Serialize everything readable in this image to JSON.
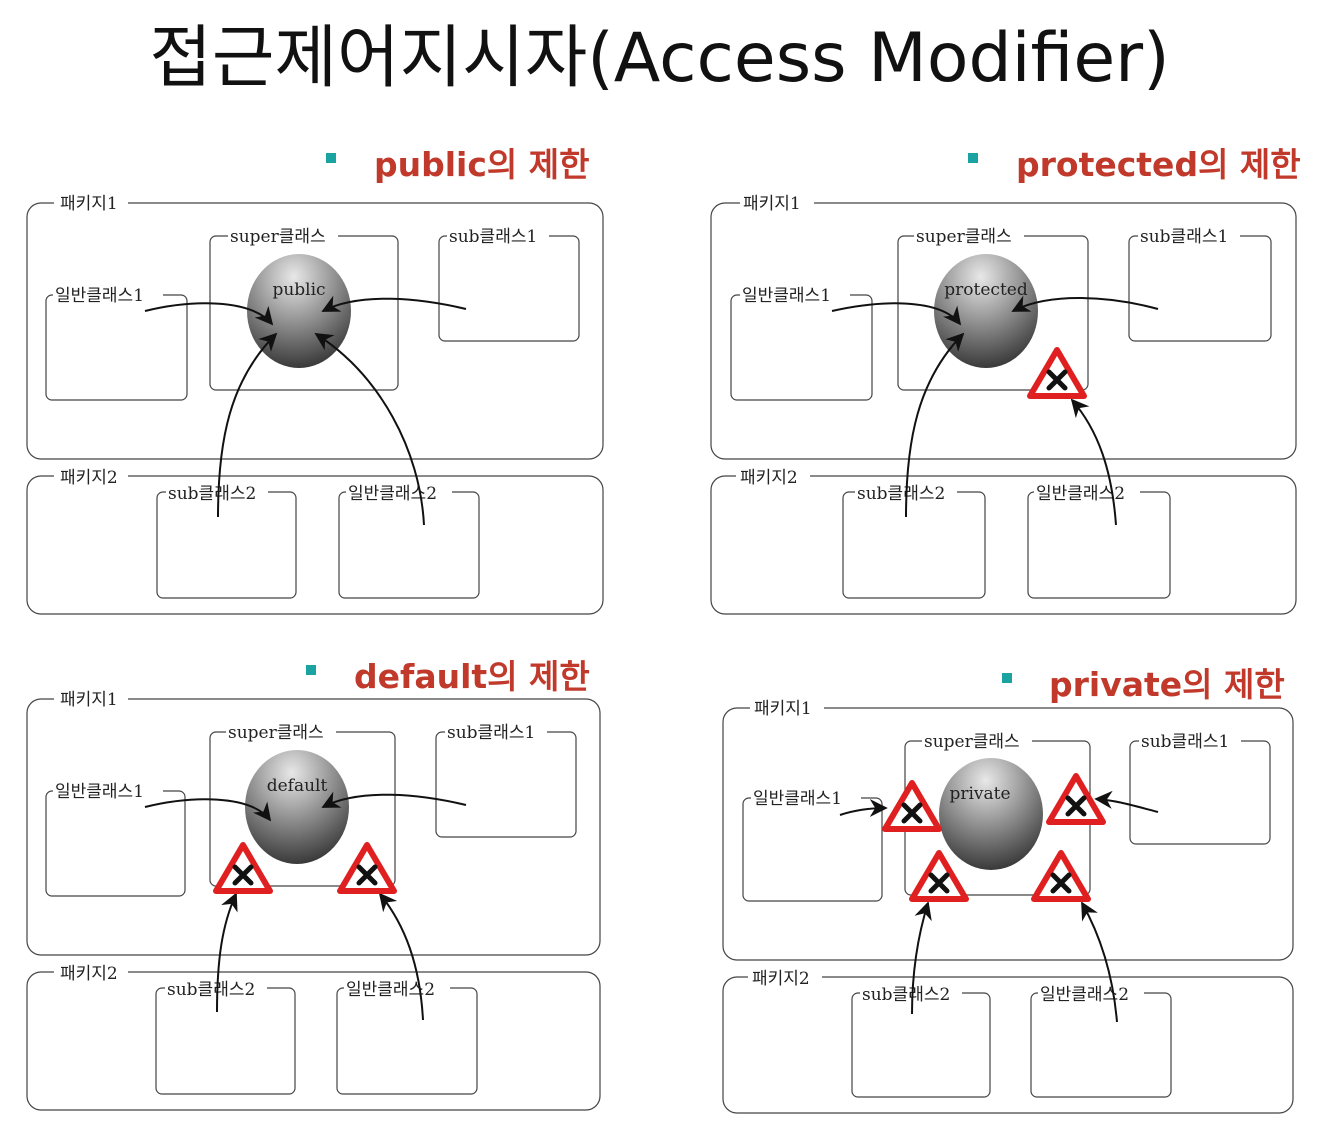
{
  "title": "접근제어지시자(Access Modifier)",
  "colors": {
    "heading": "#c0392b",
    "bullet": "#1aa3a0",
    "warning": "#e02020"
  },
  "panels": [
    {
      "heading": "public의 제한",
      "modifier": "public",
      "labels": {
        "pkg1": "패키지1",
        "pkg2": "패키지2",
        "super": "super클래스",
        "sub1": "sub클래스1",
        "general1": "일반클래스1",
        "sub2": "sub클래스2",
        "general2": "일반클래스2"
      }
    },
    {
      "heading": "protected의 제한",
      "modifier": "protected",
      "labels": {
        "pkg1": "패키지1",
        "pkg2": "패키지2",
        "super": "super클래스",
        "sub1": "sub클래스1",
        "general1": "일반클래스1",
        "sub2": "sub클래스2",
        "general2": "일반클래스2"
      }
    },
    {
      "heading": "default의 제한",
      "modifier": "default",
      "labels": {
        "pkg1": "패키지1",
        "pkg2": "패키지2",
        "super": "super클래스",
        "sub1": "sub클래스1",
        "general1": "일반클래스1",
        "sub2": "sub클래스2",
        "general2": "일반클래스2"
      }
    },
    {
      "heading": "private의 제한",
      "modifier": "private",
      "labels": {
        "pkg1": "패키지1",
        "pkg2": "패키지2",
        "super": "super클래스",
        "sub1": "sub클래스1",
        "general1": "일반클래스1",
        "sub2": "sub클래스2",
        "general2": "일반클래스2"
      }
    }
  ]
}
